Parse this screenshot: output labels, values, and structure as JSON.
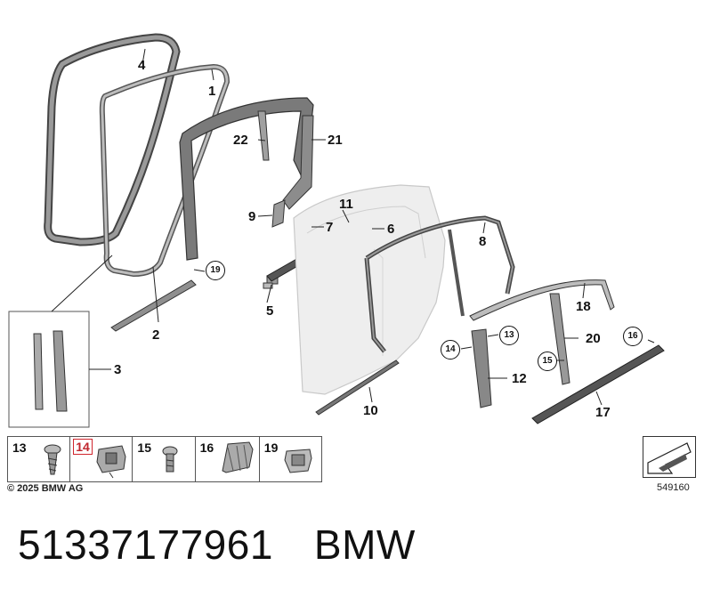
{
  "diagram": {
    "callouts": [
      "1",
      "2",
      "3",
      "4",
      "5",
      "6",
      "7",
      "8",
      "9",
      "10",
      "11",
      "12",
      "17",
      "18",
      "20",
      "21",
      "22"
    ],
    "circled_callouts": [
      "13",
      "14",
      "15",
      "16",
      "19"
    ]
  },
  "parts_strip": [
    {
      "number": "13",
      "icon": "screw-icon",
      "highlighted": false
    },
    {
      "number": "14",
      "icon": "clip-nut-icon",
      "highlighted": true
    },
    {
      "number": "15",
      "icon": "bolt-icon",
      "highlighted": false
    },
    {
      "number": "16",
      "icon": "edge-clip-icon",
      "highlighted": false
    },
    {
      "number": "19",
      "icon": "expanding-nut-icon",
      "highlighted": false
    }
  ],
  "copyright": "© 2025 BMW AG",
  "reference_number": "549160",
  "footer": {
    "part_number": "51337177961",
    "brand": "BMW"
  },
  "colors": {
    "highlight": "#d0262e",
    "seal_fill": "#8a8a8a",
    "door_fill": "#eeeeee"
  }
}
